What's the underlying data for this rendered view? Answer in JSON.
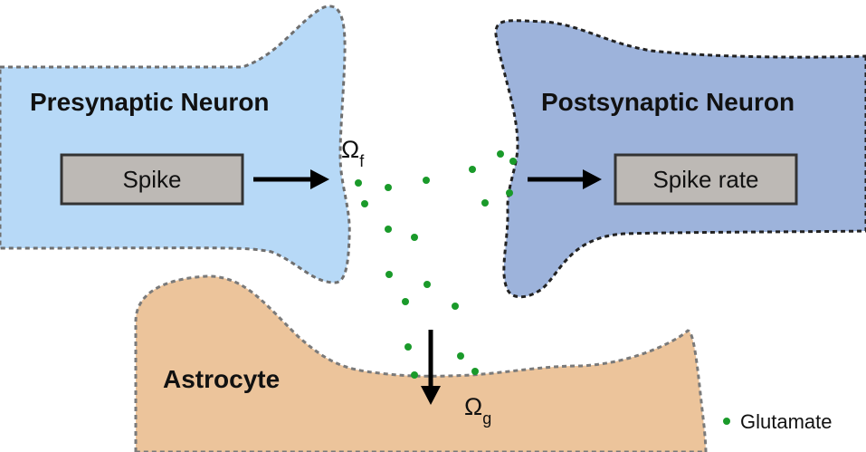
{
  "presynaptic": {
    "title": "Presynaptic Neuron",
    "box_label": "Spike",
    "fill": "#b7d9f7"
  },
  "postsynaptic": {
    "title": "Postsynaptic Neuron",
    "box_label": "Spike rate",
    "fill": "#9db3db"
  },
  "astrocyte": {
    "title": "Astrocyte",
    "fill": "#ecc49b"
  },
  "omega_f": {
    "symbol": "Ω",
    "subscript": "f"
  },
  "omega_g": {
    "symbol": "Ω",
    "subscript": "g"
  },
  "legend": {
    "label": "Glutamate"
  },
  "colors": {
    "glutamate": "#1a9a2a",
    "box_fill": "#bdb9b5",
    "arrow": "#000000"
  }
}
